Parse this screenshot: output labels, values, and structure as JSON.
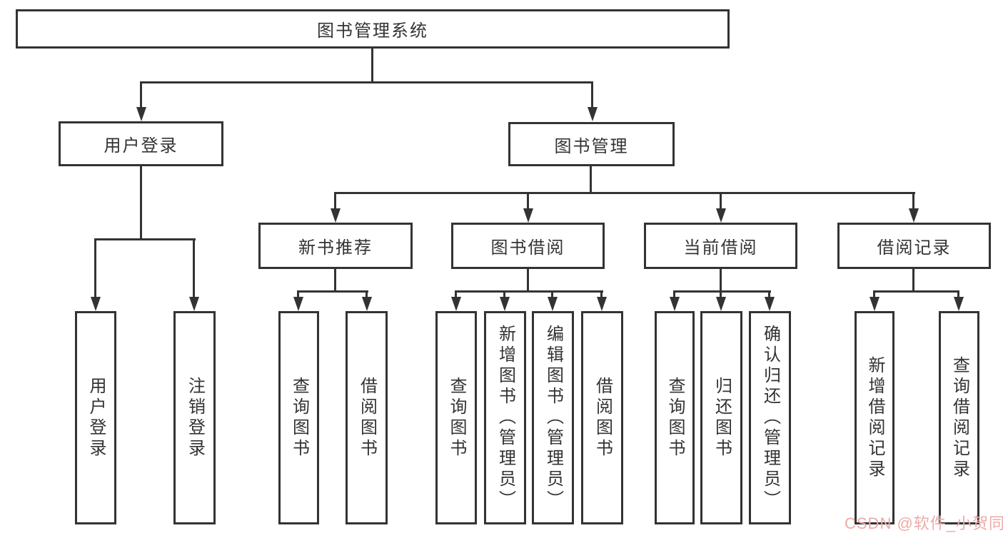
{
  "tree": {
    "root": "图书管理系统",
    "children": [
      {
        "label": "用户登录",
        "children": [
          "用户登录",
          "注销登录"
        ]
      },
      {
        "label": "图书管理",
        "children": [
          {
            "label": "新书推荐",
            "children": [
              "查询图书",
              "借阅图书"
            ]
          },
          {
            "label": "图书借阅",
            "children": [
              "查询图书",
              "新增图书（管理员）",
              "编辑图书（管理员）",
              "借阅图书"
            ]
          },
          {
            "label": "当前借阅",
            "children": [
              "查询图书",
              "归还图书",
              "确认归还（管理员）"
            ]
          },
          {
            "label": "借阅记录",
            "children": [
              "新增借阅记录",
              "查询借阅记录"
            ]
          }
        ]
      }
    ]
  },
  "watermark": {
    "text": "CSDN @软件_小贺同学",
    "color": "#eeaaaa"
  },
  "colors": {
    "line": "#333333",
    "background": "#ffffff",
    "text": "#333333"
  }
}
